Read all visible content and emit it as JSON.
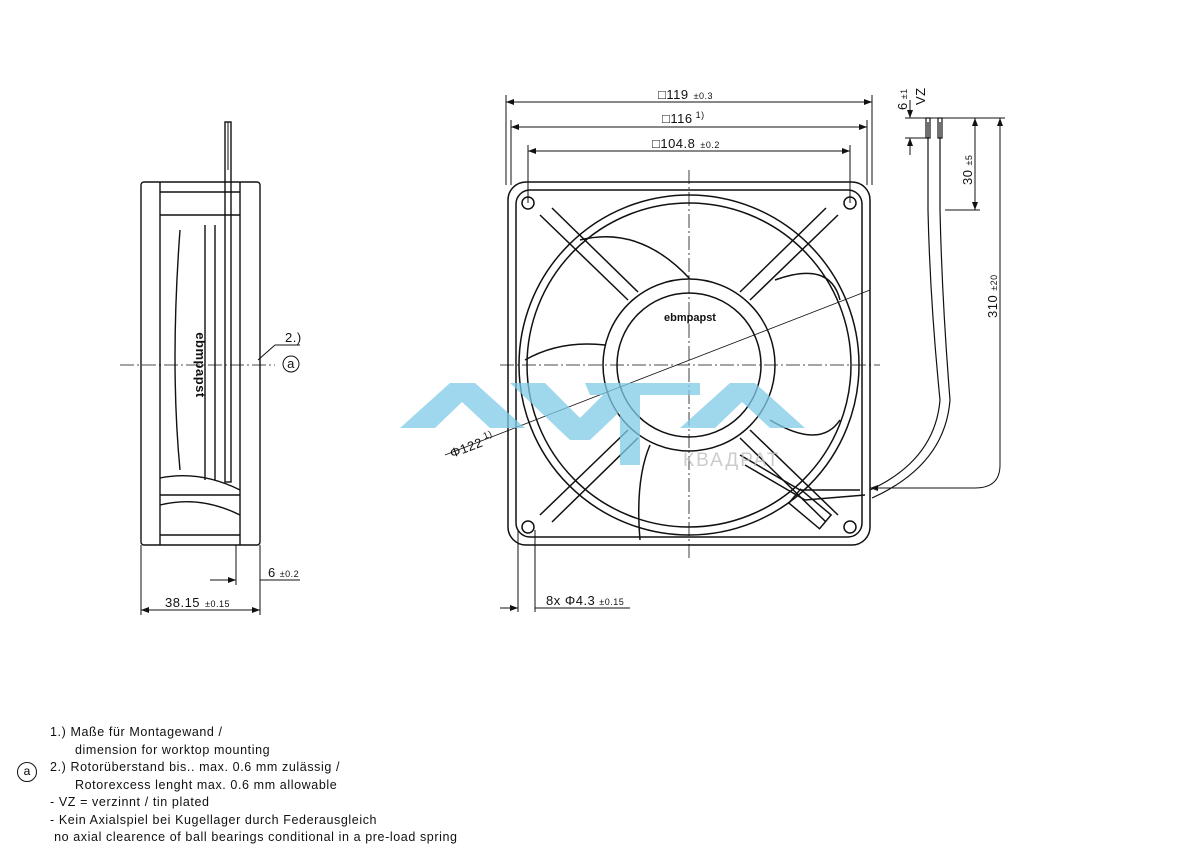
{
  "dimensions": {
    "outer_square": "□119",
    "outer_square_tol": "±0.3",
    "mount_square": "□116",
    "mount_square_note": "1)",
    "hole_pitch": "□104.8",
    "hole_pitch_tol": "±0.2",
    "lead_strip": "6",
    "lead_strip_tol": "±1",
    "lead_strip_note": "VZ",
    "lead_split": "30",
    "lead_split_tol": "±5",
    "lead_length": "310",
    "lead_length_tol": "±20",
    "diameter": "Φ122",
    "diameter_note": "1)",
    "holes": "8x  Φ4.3",
    "holes_tol": "±0.15",
    "flange": "6",
    "flange_tol": "±0.2",
    "depth": "38.15",
    "depth_tol": "±0.15",
    "rotor_note_ref": "2.)",
    "rotor_callout": "a"
  },
  "logo": "ebmpapst",
  "watermark": {
    "main": "AVTA",
    "sub": "КВАДРАТ",
    "color": "#7fcbe8"
  },
  "notes": {
    "callout": "a",
    "lines": [
      "1.) Maße für Montagewand /",
      "dimension for worktop mounting",
      "2.) Rotorüberstand bis.. max. 0.6 mm zulässig /",
      "Rotorexcess lenght max. 0.6 mm allowable",
      "- VZ = verzinnt / tin plated",
      "- Kein Axialspiel bei Kugellager durch Federausgleich",
      " no axial clearence of ball bearings conditional in a pre-load spring"
    ]
  }
}
